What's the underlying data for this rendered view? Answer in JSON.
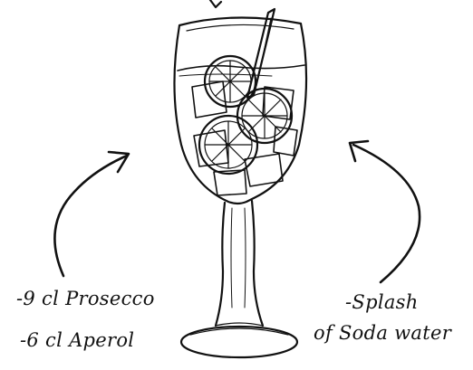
{
  "ingredients_left": {
    "line1": "-9 cl Prosecco",
    "line2": "-6 cl Aperol"
  },
  "ingredients_right": {
    "line1": "-Splash",
    "line2": "of Soda water"
  },
  "colors": {
    "ink": "#111111",
    "background": "#ffffff"
  },
  "icons": {
    "illustration": "wine-glass-spritz-icon",
    "arrows": "curved-arrow-icon"
  }
}
